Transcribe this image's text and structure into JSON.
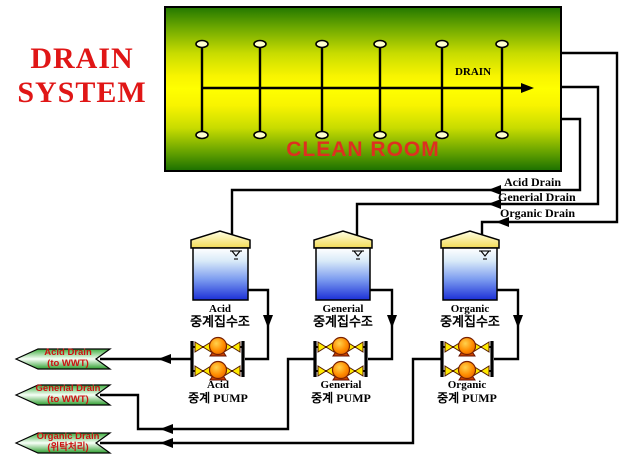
{
  "title": {
    "line1": "DRAIN",
    "line2": "SYSTEM"
  },
  "clean_room": {
    "label": "CLEAN ROOM",
    "drain_arrow_label": "DRAIN",
    "equipment_count": 6
  },
  "drain_lines": [
    {
      "label": "Acid Drain"
    },
    {
      "label": "Generial Drain"
    },
    {
      "label": "Organic Drain"
    }
  ],
  "tanks": [
    {
      "name": "Acid",
      "type_korean": "중계집수조"
    },
    {
      "name": "Generial",
      "type_korean": "중계집수조"
    },
    {
      "name": "Organic",
      "type_korean": "중계집수조"
    }
  ],
  "pumps": [
    {
      "name": "Acid",
      "type_korean": "중계 PUMP"
    },
    {
      "name": "Generial",
      "type_korean": "중계 PUMP"
    },
    {
      "name": "Organic",
      "type_korean": "중계 PUMP"
    }
  ],
  "outfalls": [
    {
      "line1": "Acid Drain",
      "line2": "(to WWT)"
    },
    {
      "line1": "Generial Drain",
      "line2": "(to WWT)"
    },
    {
      "line1": "Organic Drain",
      "line2": "(위탁처리)"
    }
  ],
  "colors": {
    "title_red": "#e01616",
    "clean_room_text": "#dd3020",
    "clean_room_green": "#2a7c00",
    "clean_room_yellow": "#ffff00",
    "outfall_text_red": "#cc1111",
    "banner_green": "#3fae3f",
    "tank_blue": "#2438e8",
    "pump_orange": "#ff8c00",
    "valve_yellow": "#ffea00",
    "line_black": "#000000"
  }
}
